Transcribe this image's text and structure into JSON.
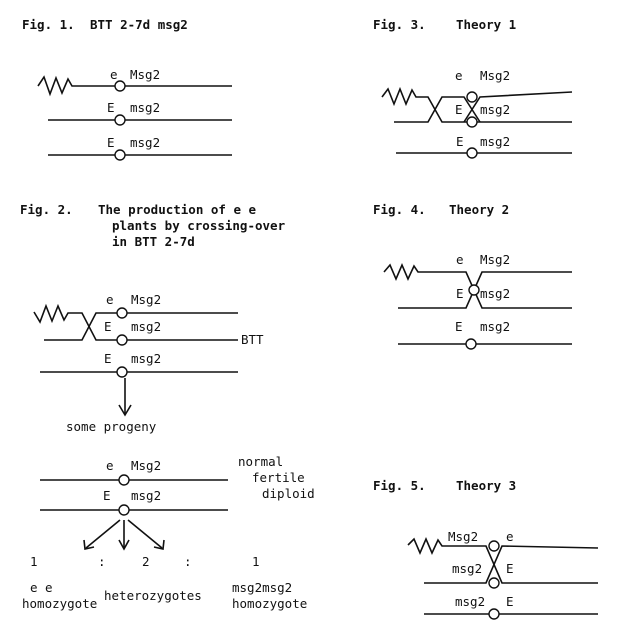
{
  "fig1": {
    "label": "Fig. 1.",
    "title": "BTT 2-7d msg2",
    "chr1": {
      "left": "e",
      "right": "Msg2"
    },
    "chr2": {
      "left": "E",
      "right": "msg2"
    },
    "chr3": {
      "left": "E",
      "right": "msg2"
    }
  },
  "fig2": {
    "label": "Fig. 2.",
    "title_l1": "The production of e e",
    "title_l2": "plants by crossing-over",
    "title_l3": "in BTT 2-7d",
    "chr1": {
      "left": "e",
      "right": "Msg2"
    },
    "chr2": {
      "left": "E",
      "right": "msg2"
    },
    "chr3": {
      "left": "E",
      "right": "msg2"
    },
    "btt_label": "BTT",
    "progeny": "some progeny",
    "p1": {
      "left": "e",
      "right": "Msg2"
    },
    "p2": {
      "left": "E",
      "right": "msg2"
    },
    "normal": "normal",
    "fertile": "fertile",
    "diploid": "diploid",
    "ratio1": "1",
    "colon1": ":",
    "ratio2": "2",
    "colon2": ":",
    "ratio3": "1",
    "ee": "e e",
    "homozygote1": "homozygote",
    "heterozygotes": "heterozygotes",
    "msg2msg2": "msg2msg2",
    "homozygote2": "homozygote"
  },
  "fig3": {
    "label": "Fig. 3.",
    "title": "Theory 1",
    "chr1": {
      "left": "e",
      "right": "Msg2"
    },
    "chr2": {
      "left": "E",
      "right": "msg2"
    },
    "chr3": {
      "left": "E",
      "right": "msg2"
    }
  },
  "fig4": {
    "label": "Fig. 4.",
    "title": "Theory 2",
    "chr1": {
      "left": "e",
      "right": "Msg2"
    },
    "chr2": {
      "left": "E",
      "right": "msg2"
    },
    "chr3": {
      "left": "E",
      "right": "msg2"
    }
  },
  "fig5": {
    "label": "Fig. 5.",
    "title": "Theory 3",
    "chr1": {
      "left": "Msg2",
      "right": "e"
    },
    "chr2": {
      "left": "msg2",
      "right": "E"
    },
    "chr3": {
      "left": "msg2",
      "right": "E"
    }
  }
}
